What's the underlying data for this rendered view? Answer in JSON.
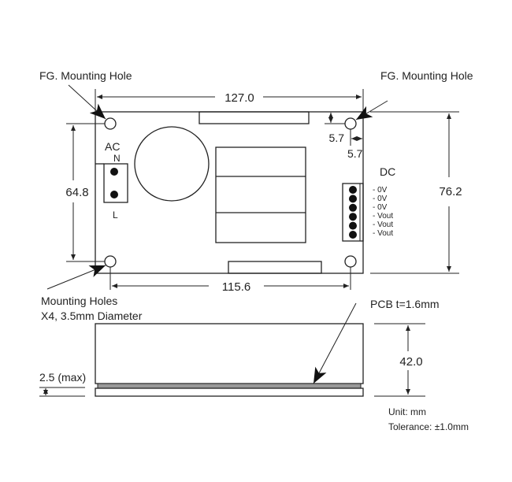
{
  "labels": {
    "fg_left": "FG. Mounting Hole",
    "fg_right": "FG. Mounting Hole",
    "mounting_holes_1": "Mounting Holes",
    "mounting_holes_2": "X4, 3.5mm Diameter",
    "ac": "AC",
    "ac_n": "N",
    "ac_l": "L",
    "dc": "DC",
    "dc_pins": [
      "- 0V",
      "- 0V",
      "- 0V",
      "- Vout",
      "- Vout",
      "- Vout"
    ],
    "pcb": "PCB t=1.6mm",
    "unit": "Unit: mm",
    "tolerance": "Tolerance: ±1.0mm"
  },
  "dimensions": {
    "length": "127.0",
    "width": "76.2",
    "hole_spacing_x": "115.6",
    "hole_spacing_y": "64.8",
    "hole_offset_y": "5.7",
    "hole_offset_x": "5.7",
    "height": "42.0",
    "standoff": "2.5 (max)"
  }
}
